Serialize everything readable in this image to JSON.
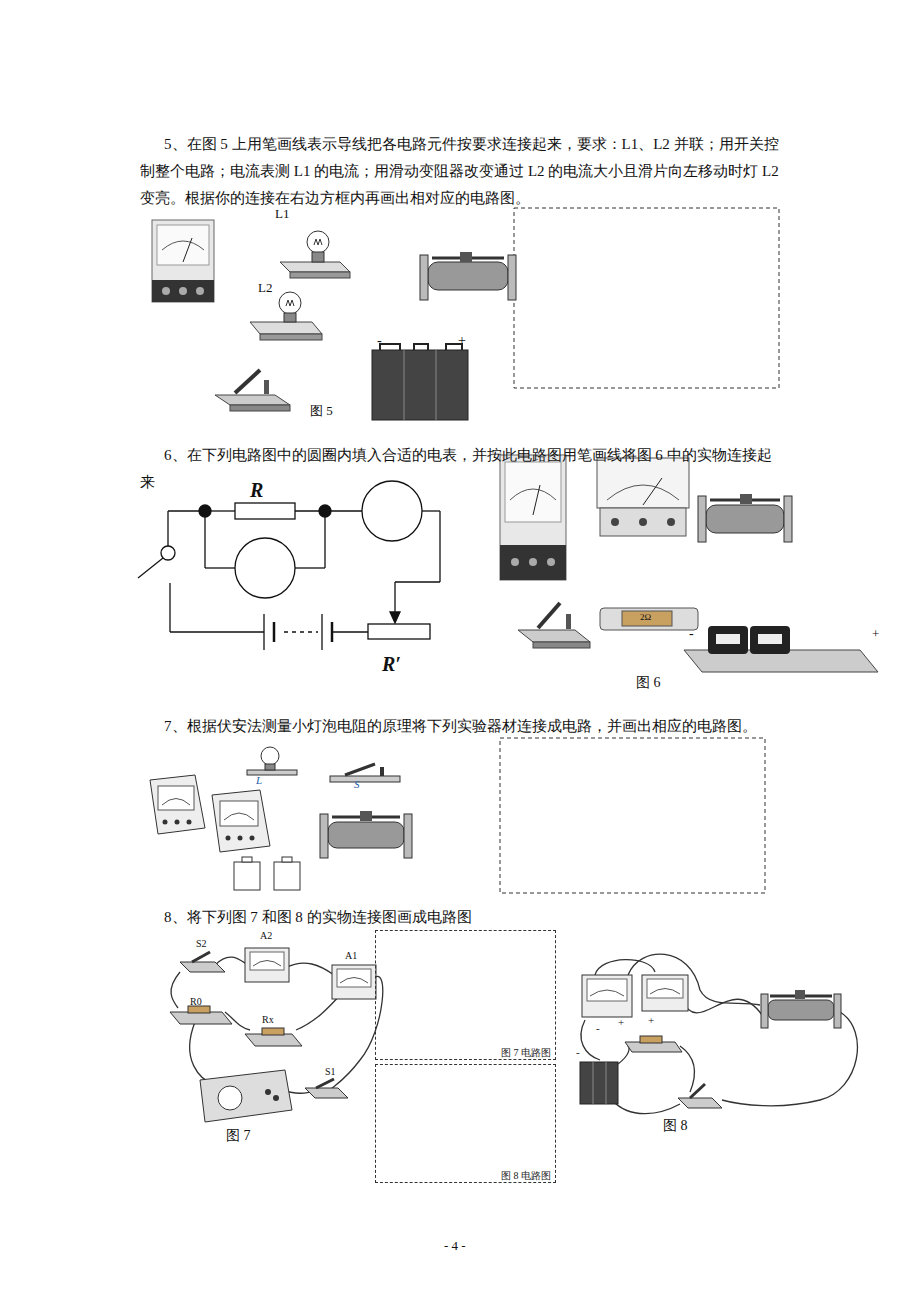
{
  "diagram": {
    "nodes": [
      {
        "text": [
          "图 7 电路图"
        ]
      },
      {
        "text": [
          "图 8 电路图"
        ]
      }
    ],
    "labels": [
      "5、在图 5 上用笔画线表示导线把各电路元件按要求连接起来，要求：L1、L2 并联；用开关控制整个电路；电流表测 L1 的电流；用滑动变阻器改变通过 L2 的电流大小且滑片向左移动时灯 L2 变亮。根据你的连接在右边方框内再画出相对应的电路图。",
      "L1",
      "L2",
      "-",
      "+",
      "图 5",
      "6、在下列电路图中的圆圈内填入合适的电表，并按此电路图用笔画线将图 6 中的实物连接起来",
      "R",
      "R′",
      "2Ω",
      "-",
      "+",
      "图 6",
      "7、根据伏安法测量小灯泡电阻的原理将下列实验器材连接成电路，并画出相应的电路图。",
      "L",
      "S",
      "8、将下列图 7 和图 8 的实物连接图画成电路图",
      "S2",
      "A2",
      "A1",
      "R0",
      "Rx",
      "S1",
      "图 7",
      "-",
      "+",
      "+",
      "-",
      "图 8",
      "- 4 -"
    ]
  }
}
